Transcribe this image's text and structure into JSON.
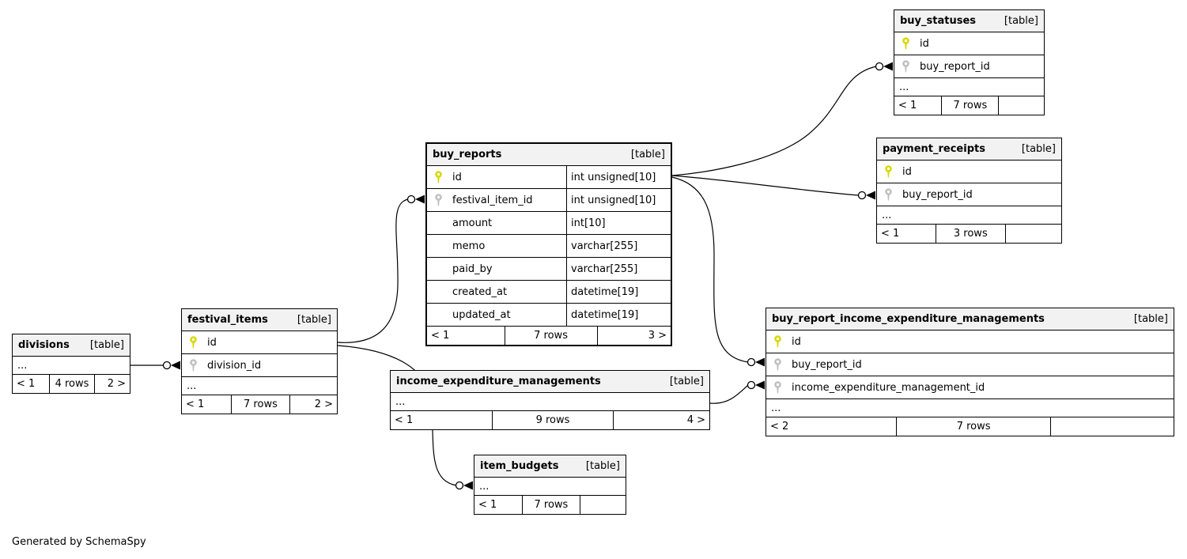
{
  "diagram": {
    "generated_by": "Generated by SchemaSpy",
    "colors": {
      "header_bg": "#f2f2f2",
      "border": "#000000",
      "primary_key": "#d8d800",
      "foreign_key": "#c0c0c0",
      "background": "#ffffff"
    }
  },
  "tables": {
    "buy_statuses": {
      "name": "buy_statuses",
      "tag": "[table]",
      "columns": [
        {
          "icon": "primary-key-icon",
          "name": "id"
        },
        {
          "icon": "foreign-key-icon",
          "name": "buy_report_id"
        }
      ],
      "ellipsis": "...",
      "footer": {
        "in": "< 1",
        "rows": "7 rows",
        "out": ""
      }
    },
    "payment_receipts": {
      "name": "payment_receipts",
      "tag": "[table]",
      "columns": [
        {
          "icon": "primary-key-icon",
          "name": "id"
        },
        {
          "icon": "foreign-key-icon",
          "name": "buy_report_id"
        }
      ],
      "ellipsis": "...",
      "footer": {
        "in": "< 1",
        "rows": "3 rows",
        "out": ""
      }
    },
    "buy_reports": {
      "name": "buy_reports",
      "tag": "[table]",
      "columns": [
        {
          "icon": "primary-key-icon",
          "name": "id",
          "type": "int unsigned[10]"
        },
        {
          "icon": "foreign-key-icon",
          "name": "festival_item_id",
          "type": "int unsigned[10]"
        },
        {
          "icon": "none",
          "name": "amount",
          "type": "int[10]"
        },
        {
          "icon": "none",
          "name": "memo",
          "type": "varchar[255]"
        },
        {
          "icon": "none",
          "name": "paid_by",
          "type": "varchar[255]"
        },
        {
          "icon": "none",
          "name": "created_at",
          "type": "datetime[19]"
        },
        {
          "icon": "none",
          "name": "updated_at",
          "type": "datetime[19]"
        }
      ],
      "footer": {
        "in": "< 1",
        "rows": "7 rows",
        "out": "3 >"
      }
    },
    "buy_report_income_expenditure_managements": {
      "name": "buy_report_income_expenditure_managements",
      "tag": "[table]",
      "columns": [
        {
          "icon": "primary-key-icon",
          "name": "id"
        },
        {
          "icon": "foreign-key-icon",
          "name": "buy_report_id"
        },
        {
          "icon": "foreign-key-icon",
          "name": "income_expenditure_management_id"
        }
      ],
      "ellipsis": "...",
      "footer": {
        "in": "< 2",
        "rows": "7 rows",
        "out": ""
      }
    },
    "income_expenditure_managements": {
      "name": "income_expenditure_managements",
      "tag": "[table]",
      "ellipsis": "...",
      "footer": {
        "in": "< 1",
        "rows": "9 rows",
        "out": "4 >"
      }
    },
    "festival_items": {
      "name": "festival_items",
      "tag": "[table]",
      "columns": [
        {
          "icon": "primary-key-icon",
          "name": "id"
        },
        {
          "icon": "foreign-key-icon",
          "name": "division_id"
        }
      ],
      "ellipsis": "...",
      "footer": {
        "in": "< 1",
        "rows": "7 rows",
        "out": "2 >"
      }
    },
    "divisions": {
      "name": "divisions",
      "tag": "[table]",
      "ellipsis": "...",
      "footer": {
        "in": "< 1",
        "rows": "4 rows",
        "out": "2 >"
      }
    },
    "item_budgets": {
      "name": "item_budgets",
      "tag": "[table]",
      "ellipsis": "...",
      "footer": {
        "in": "< 1",
        "rows": "7 rows",
        "out": ""
      }
    }
  }
}
